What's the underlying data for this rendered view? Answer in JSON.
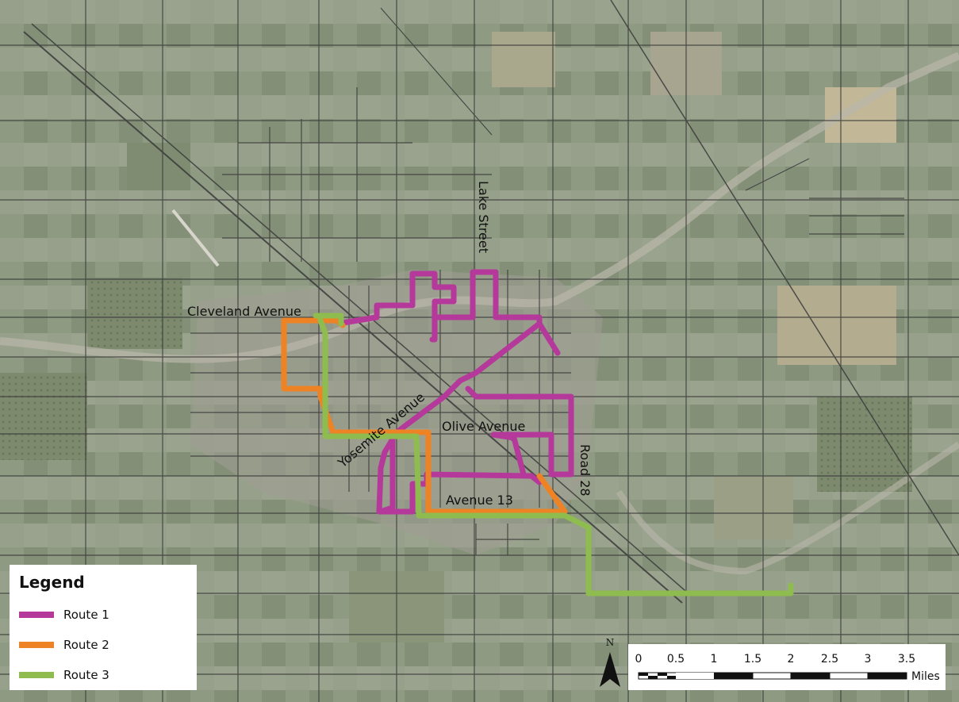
{
  "map": {
    "road_labels": {
      "cleveland": "Cleveland Avenue",
      "lake": "Lake Street",
      "yosemite": "Yosemite Avenue",
      "olive": "Olive Avenue",
      "road28": "Road 28",
      "avenue13": "Avenue 13"
    },
    "route_colors": {
      "route1": "#b5399a",
      "route2": "#ee8326",
      "route3": "#8fbc4f"
    }
  },
  "legend": {
    "title": "Legend",
    "items": [
      {
        "label": "Route 1",
        "color": "#b5399a"
      },
      {
        "label": "Route 2",
        "color": "#ee8326"
      },
      {
        "label": "Route 3",
        "color": "#8fbc4f"
      }
    ]
  },
  "north_arrow": {
    "label": "N"
  },
  "scale_bar": {
    "ticks": [
      "0",
      "0.5",
      "1",
      "1.5",
      "2",
      "2.5",
      "3",
      "3.5"
    ],
    "unit": "Miles"
  }
}
